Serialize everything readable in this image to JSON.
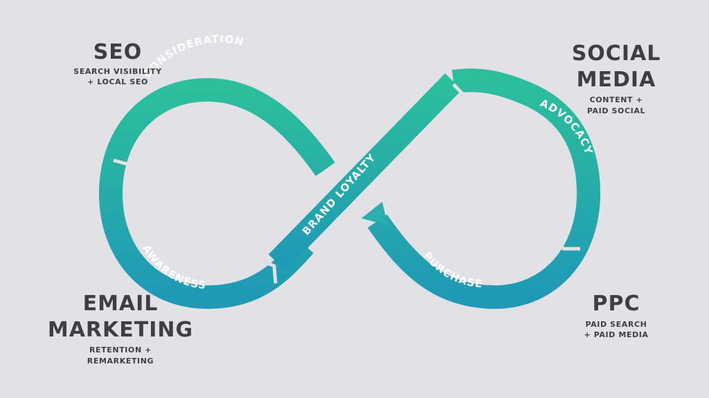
{
  "corners": {
    "seo": {
      "title": "SEO",
      "line1": "SEARCH VISIBILITY",
      "line2": "+ LOCAL SEO"
    },
    "social": {
      "title_line1": "SOCIAL",
      "title_line2": "MEDIA",
      "line1": "CONTENT +",
      "line2": "PAID SOCIAL"
    },
    "email": {
      "title_line1": "EMAIL",
      "title_line2": "MARKETING",
      "line1": "RETENTION +",
      "line2": "REMARKETING"
    },
    "ppc": {
      "title": "PPC",
      "line1": "PAID SEARCH",
      "line2": "+ PAID MEDIA"
    }
  },
  "loop_stages": {
    "consideration": "CONSIDERATION",
    "awareness": "AWARENESS",
    "brand_loyalty": "BRAND LOYALTY",
    "advocacy": "ADVOCACY",
    "purchase": "PURCHASE"
  },
  "colors": {
    "background": "#e2e1e5",
    "loop_top": "#2cbf9b",
    "loop_bottom": "#2099b6",
    "text_dark": "#3f3f43",
    "stage_text": "#ffffff"
  }
}
